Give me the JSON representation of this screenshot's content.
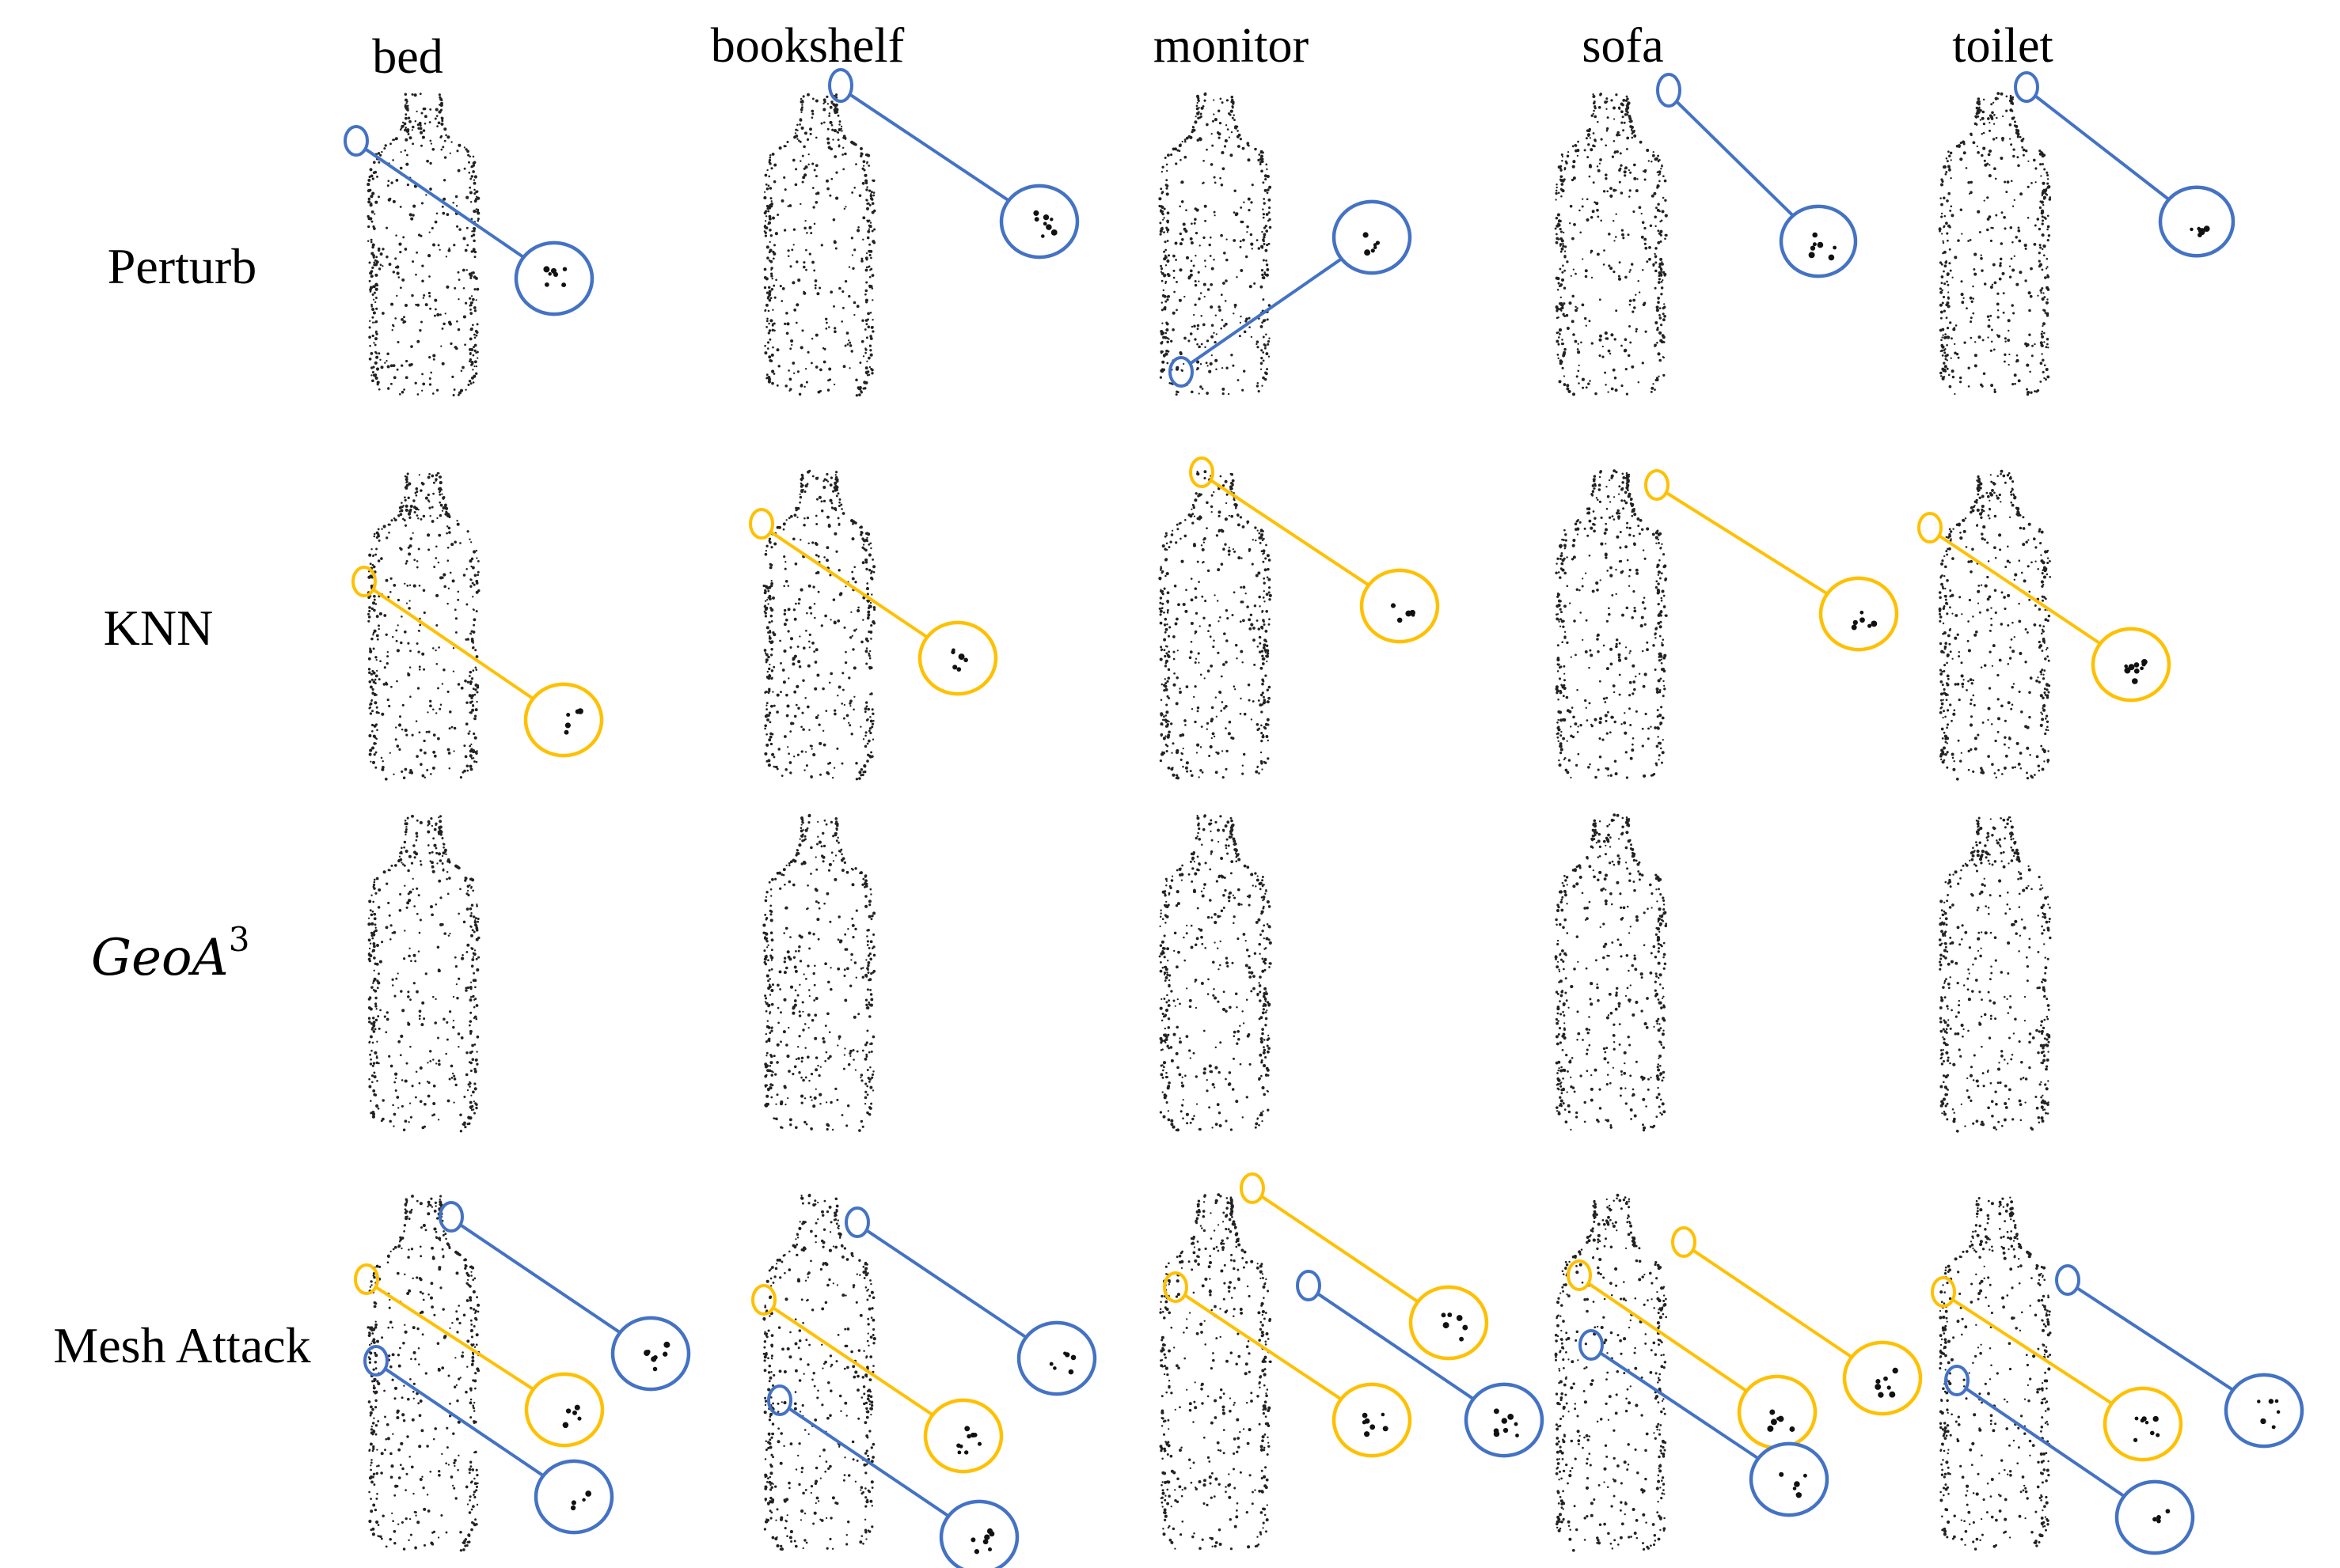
{
  "columns": [
    "bed",
    "bookshelf",
    "monitor",
    "sofa",
    "toilet"
  ],
  "rows": [
    {
      "label": "Perturb",
      "math": false
    },
    {
      "label": "KNN",
      "math": false
    },
    {
      "label": "GeoA",
      "sup": "3",
      "math": true
    },
    {
      "label": "Mesh Attack",
      "math": false
    }
  ],
  "colors": {
    "perturb_callout": "#4472C4",
    "knn_callout": "#FFC000",
    "text": "#000000",
    "points": "#222222"
  }
}
